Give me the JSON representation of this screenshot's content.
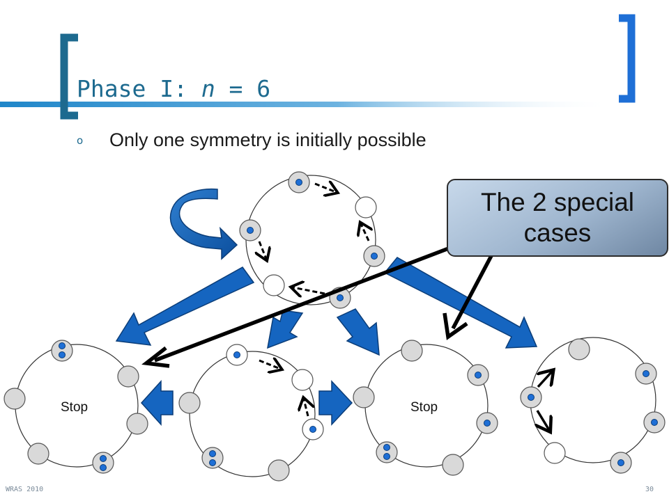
{
  "slide": {
    "title_prefix": "Phase I: ",
    "title_var": "n",
    "title_suffix": " = 6",
    "bullet_marker": "o",
    "bullet_text": "Only one symmetry is initially possible",
    "callout_line1": "The 2 special",
    "callout_line2": "cases",
    "stop_label_1": "Stop",
    "stop_label_2": "Stop",
    "footer_left": "WRAS 2010",
    "footer_right": "30"
  },
  "colors": {
    "title": "#1d6a8f",
    "accent_blue": "#1565c0",
    "robot_dot": "#1e6fd6",
    "node_fill": "#d9d9d9"
  }
}
